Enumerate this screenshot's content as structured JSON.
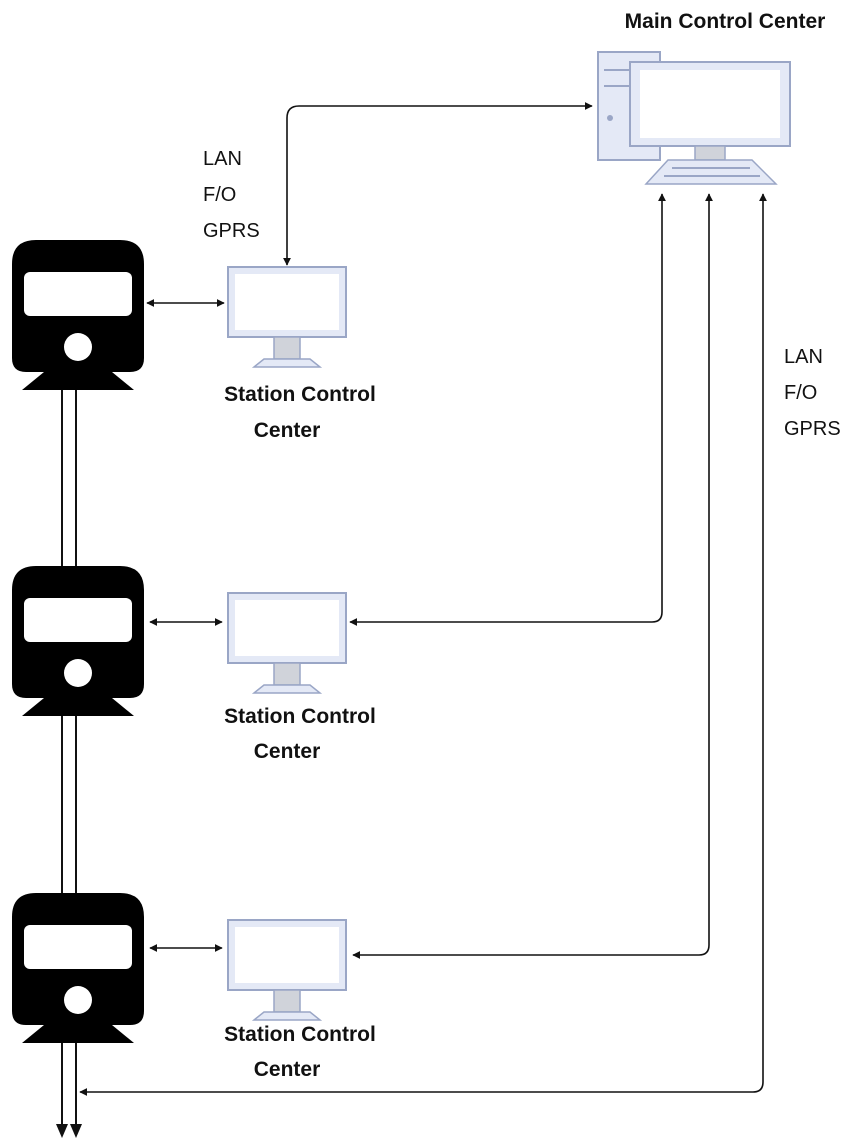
{
  "main_center": {
    "title": "Main Control Center"
  },
  "links_top": [
    "LAN",
    "F/O",
    "GPRS"
  ],
  "links_right": [
    "LAN",
    "F/O",
    "GPRS"
  ],
  "stations": [
    {
      "line1": "Station Control",
      "line2": "Center"
    },
    {
      "line1": "Station Control",
      "line2": "Center"
    },
    {
      "line1": "Station Control",
      "line2": "Center"
    }
  ],
  "colors": {
    "computer_fill": "#e4e9f6",
    "computer_stroke": "#9aa6c6",
    "screen_fill": "#ffffff",
    "train_fill": "#000000",
    "line": "#111111"
  }
}
